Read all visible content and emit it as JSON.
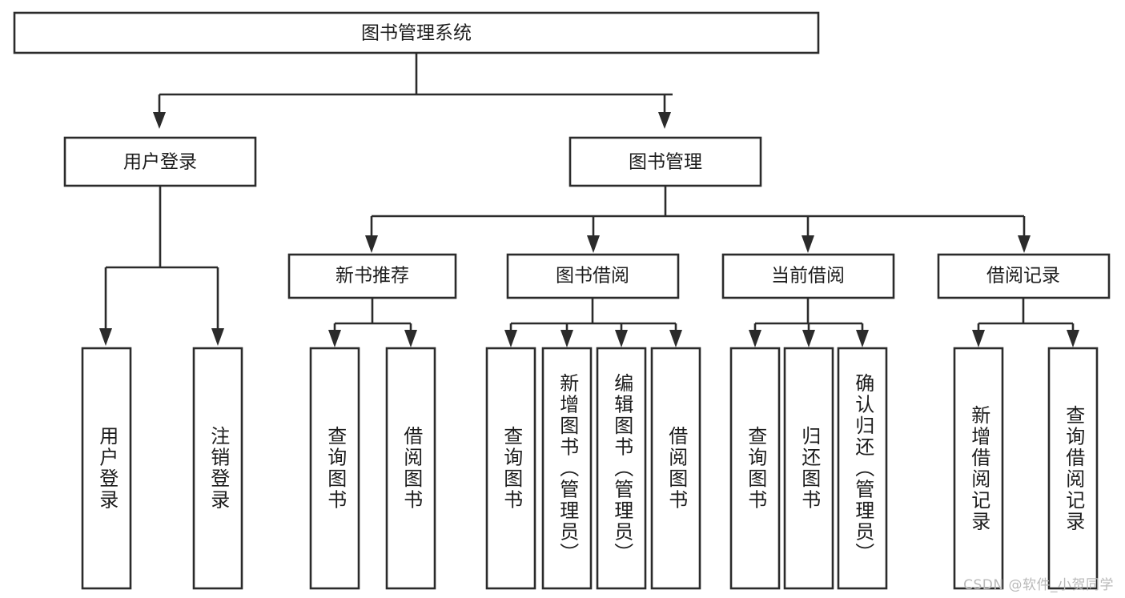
{
  "diagram": {
    "type": "tree-hierarchy",
    "title": "图书管理系统",
    "orientation": "top-down",
    "colors": {
      "stroke": "#2b2b2b",
      "box_fill": "#ffffff",
      "text": "#1d1d1d",
      "background": "#ffffff",
      "watermark": "#b9b9b9"
    },
    "root": {
      "label": "图书管理系统"
    },
    "level2": [
      {
        "label": "用户登录"
      },
      {
        "label": "图书管理"
      }
    ],
    "level3": [
      {
        "label": "新书推荐"
      },
      {
        "label": "图书借阅"
      },
      {
        "label": "当前借阅"
      },
      {
        "label": "借阅记录"
      }
    ],
    "leaves": {
      "user_login": [
        {
          "label": "用户登录"
        },
        {
          "label": "注销登录"
        }
      ],
      "new_book_recommend": [
        {
          "label": "查询图书"
        },
        {
          "label": "借阅图书"
        }
      ],
      "book_borrow": [
        {
          "label": "查询图书"
        },
        {
          "label": "新增图书（管理员）"
        },
        {
          "label": "编辑图书（管理员）"
        },
        {
          "label": "借阅图书"
        }
      ],
      "current_borrow": [
        {
          "label": "查询图书"
        },
        {
          "label": "归还图书"
        },
        {
          "label": "确认归还（管理员）"
        }
      ],
      "borrow_record": [
        {
          "label": "新增借阅记录"
        },
        {
          "label": "查询借阅记录"
        }
      ]
    }
  },
  "watermark": {
    "text": "CSDN @软件_小贺同学"
  }
}
